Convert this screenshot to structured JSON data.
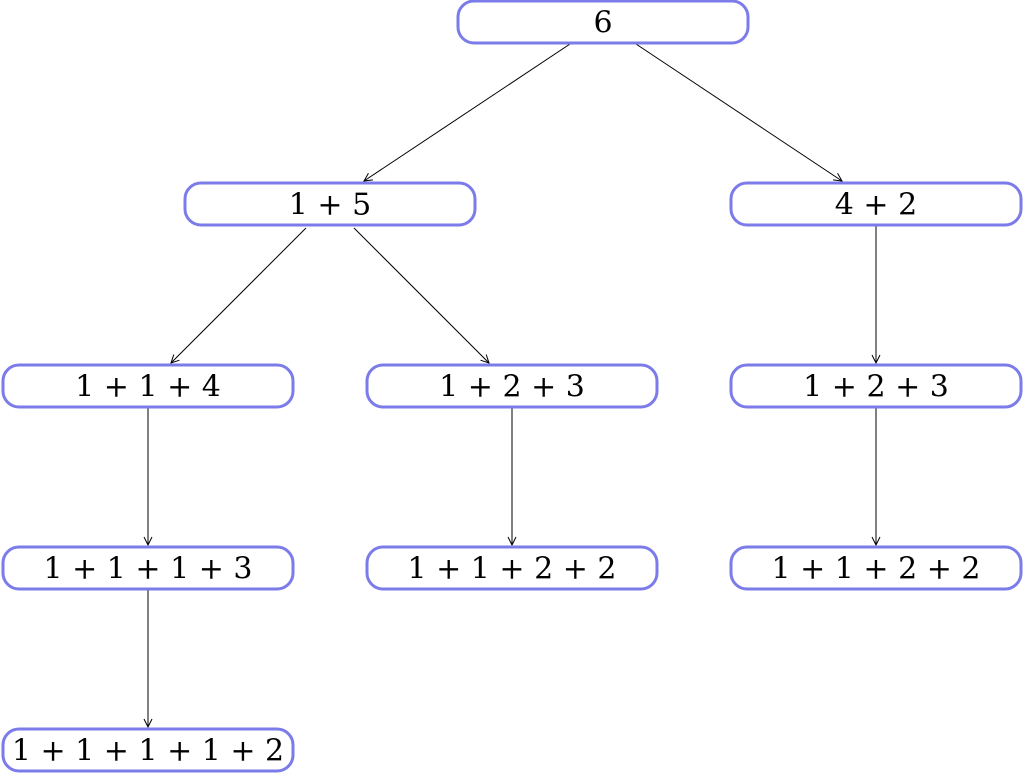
{
  "colors": {
    "node_border": "#7b7bea",
    "edge": "#000000",
    "text": "#000000"
  },
  "nodes": [
    {
      "id": "n6",
      "label": "6"
    },
    {
      "id": "n15",
      "label": "1 + 5"
    },
    {
      "id": "n42",
      "label": "4 + 2"
    },
    {
      "id": "n114",
      "label": "1 + 1 + 4"
    },
    {
      "id": "n123a",
      "label": "1 + 2 + 3"
    },
    {
      "id": "n123b",
      "label": "1 + 2 + 3"
    },
    {
      "id": "n1113",
      "label": "1 + 1 + 1 + 3"
    },
    {
      "id": "n1122a",
      "label": "1 + 1 + 2 + 2"
    },
    {
      "id": "n1122b",
      "label": "1 + 1 + 2 + 2"
    },
    {
      "id": "n11112",
      "label": "1 + 1 + 1 + 1 + 2"
    }
  ],
  "edges": [
    {
      "from": "n6",
      "to": "n15"
    },
    {
      "from": "n6",
      "to": "n42"
    },
    {
      "from": "n15",
      "to": "n114"
    },
    {
      "from": "n15",
      "to": "n123a"
    },
    {
      "from": "n42",
      "to": "n123b"
    },
    {
      "from": "n114",
      "to": "n1113"
    },
    {
      "from": "n123a",
      "to": "n1122a"
    },
    {
      "from": "n123b",
      "to": "n1122b"
    },
    {
      "from": "n1113",
      "to": "n11112"
    }
  ]
}
